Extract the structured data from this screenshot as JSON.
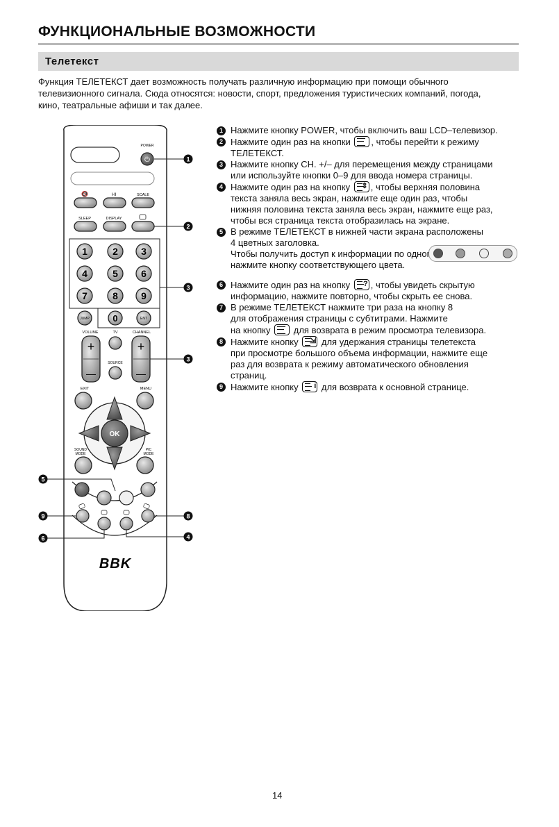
{
  "header": {
    "title": "ФУНКЦИОНАЛЬНЫЕ ВОЗМОЖНОСТИ",
    "section": "Телетекст"
  },
  "intro": {
    "line1": "Функция ТЕЛЕТЕКСТ дает возможность получать различную информацию при помощи обычного",
    "line2": "телевизионного сигнала. Сюда относятся: новости, спорт, предложения туристических компаний, погода,",
    "line3": "кино, театральные афиши и так далее."
  },
  "remote": {
    "power": "POWER",
    "mute_icon": "mute-icon",
    "i_ii": "I-II",
    "scale": "SCALE",
    "sleep": "SLEEP",
    "display": "DISPLAY",
    "digits": [
      "1",
      "2",
      "3",
      "4",
      "5",
      "6",
      "7",
      "8",
      "9"
    ],
    "jump": "JUMP",
    "zero": "0",
    "ent": "ENT",
    "volume": "VOLUME",
    "tv": "TV",
    "channel": "CHANNEL",
    "plus": "+",
    "minus": "—",
    "source": "SOURCE",
    "exit": "EXIT",
    "menu": "MENU",
    "ok": "OK",
    "sound_mode_1": "SOUND",
    "sound_mode_2": "MODE",
    "pic_mode_1": "PIC",
    "pic_mode_2": "MODE",
    "logo": "BBK"
  },
  "callouts": [
    "1",
    "2",
    "3",
    "3",
    "5",
    "9",
    "8",
    "6",
    "4"
  ],
  "steps": [
    {
      "num": "1",
      "lines": [
        "Нажмите кнопку POWER, чтобы включить ваш LCD–телевизор."
      ]
    },
    {
      "num": "2",
      "lines": [
        "Нажмите один раз на кнопки",
        ", чтобы перейти к режиму",
        "ТЕЛЕТЕКСТ."
      ]
    },
    {
      "num": "3",
      "lines": [
        "Нажмите кнопку CH. +/– для перемещения между страницами",
        "или используйте кнопки 0–9 для ввода номера страницы."
      ]
    },
    {
      "num": "4",
      "lines": [
        "Нажмите один раз на кнопку",
        ", чтобы верхняя половина",
        "текста заняла весь экран, нажмите еще один раз, чтобы",
        "нижняя половина текста заняла весь экран, нажмите еще раз,",
        "чтобы вся страница текста отобразилась на экране."
      ]
    },
    {
      "num": "5",
      "lines": [
        "В режиме ТЕЛЕТЕКСТ в нижней части экрана расположены",
        "4 цветных заголовка.",
        "Чтобы получить доступ к информации по одному из них,",
        "нажмите кнопку соответствующего цвета."
      ]
    },
    {
      "num": "6",
      "lines": [
        "Нажмите один раз на кнопку",
        ", чтобы увидеть скрытую",
        "информацию, нажмите повторно, чтобы скрыть ее снова."
      ]
    },
    {
      "num": "7",
      "lines": [
        "В режиме ТЕЛЕТЕКСТ нажмите три раза на кнопку 8",
        "для отображения страницы с субтитрами. Нажмите",
        "на кнопку",
        "для возврата в режим просмотра телевизора."
      ]
    },
    {
      "num": "8",
      "lines": [
        "Нажмите кнопку",
        "для удержания страницы телетекста",
        "при просмотре большого объема информации, нажмите еще",
        "раз для возврата к режиму автоматического обновления",
        "страниц."
      ]
    },
    {
      "num": "9",
      "lines": [
        "Нажмите кнопку",
        "для возврата к основной странице."
      ]
    }
  ],
  "footer": {
    "page": "14"
  }
}
